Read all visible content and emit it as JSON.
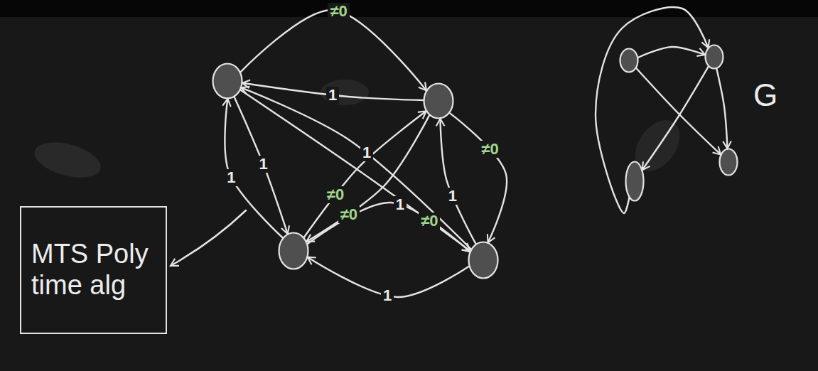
{
  "diagram": {
    "nodes": [
      {
        "text": []
      },
      {
        "text": []
      },
      {
        "text": []
      },
      {
        "text": []
      },
      {
        "text": [
          "MTS Poly time alg"
        ]
      },
      {
        "text": []
      },
      {
        "text": []
      },
      {
        "text": []
      },
      {
        "text": []
      }
    ],
    "edges": [
      {
        "from": 0,
        "to": 1,
        "arrow": "to",
        "label": "≠0"
      },
      {
        "from": 1,
        "to": 0,
        "arrow": "to",
        "label": "1"
      },
      {
        "from": 1,
        "to": 3,
        "arrow": "to",
        "label": "≠0"
      },
      {
        "from": 3,
        "to": 1,
        "arrow": "to",
        "label": "1"
      },
      {
        "from": 0,
        "to": 2,
        "arrow": "to",
        "label": "1"
      },
      {
        "from": 2,
        "to": 0,
        "arrow": "to",
        "label": "1"
      },
      {
        "from": 3,
        "to": 0,
        "arrow": "to",
        "label": "1"
      },
      {
        "from": 0,
        "to": 3,
        "arrow": "to",
        "label": "≠0"
      },
      {
        "from": 2,
        "to": 1,
        "arrow": "to",
        "label": "≠0"
      },
      {
        "from": 1,
        "to": 2,
        "arrow": "to",
        "label": "≠0"
      },
      {
        "from": 2,
        "to": 3,
        "arrow": "to",
        "label": "1"
      },
      {
        "from": 3,
        "to": 2,
        "arrow": "to",
        "label": "1"
      },
      {
        "from": 5,
        "to": 6,
        "arrow": "to"
      },
      {
        "from": 5,
        "to": 8,
        "arrow": "to"
      },
      {
        "from": 6,
        "to": 7,
        "arrow": "to"
      },
      {
        "from": 6,
        "to": 8,
        "arrow": "to"
      },
      {
        "from": 7,
        "to": 6,
        "arrow": "to"
      }
    ],
    "labels": [
      "G"
    ]
  }
}
